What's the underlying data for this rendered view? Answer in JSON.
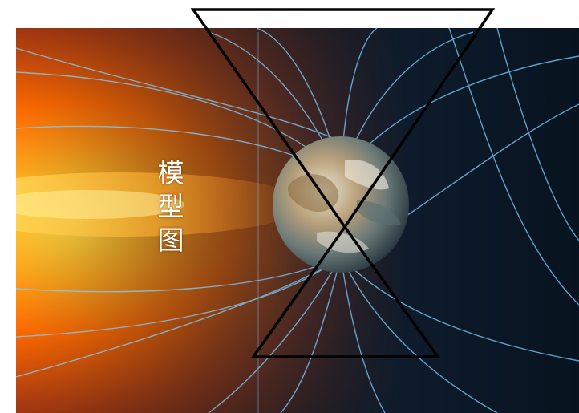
{
  "caption": {
    "chars": [
      "模",
      "型",
      "图"
    ]
  },
  "colors": {
    "sun_core": "#ffd23a",
    "sun_glow": "#ff6a00",
    "space": "#0c1a2b",
    "field_lines": "#7fd0ff",
    "outline": "#000000"
  },
  "icons": [
    "earth-globe",
    "hourglass-outline"
  ]
}
